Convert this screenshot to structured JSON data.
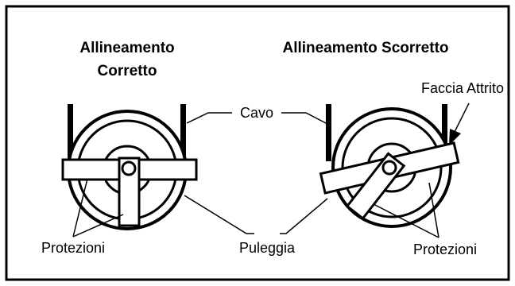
{
  "headings": {
    "correct_line1": "Allineamento",
    "correct_line2": "Corretto",
    "incorrect": "Allineamento Scorretto"
  },
  "labels": {
    "cable": "Cavo",
    "friction_face": "Faccia Attrito",
    "guards_left": "Protezioni",
    "pulley": "Puleggia",
    "guards_right": "Protezioni"
  }
}
